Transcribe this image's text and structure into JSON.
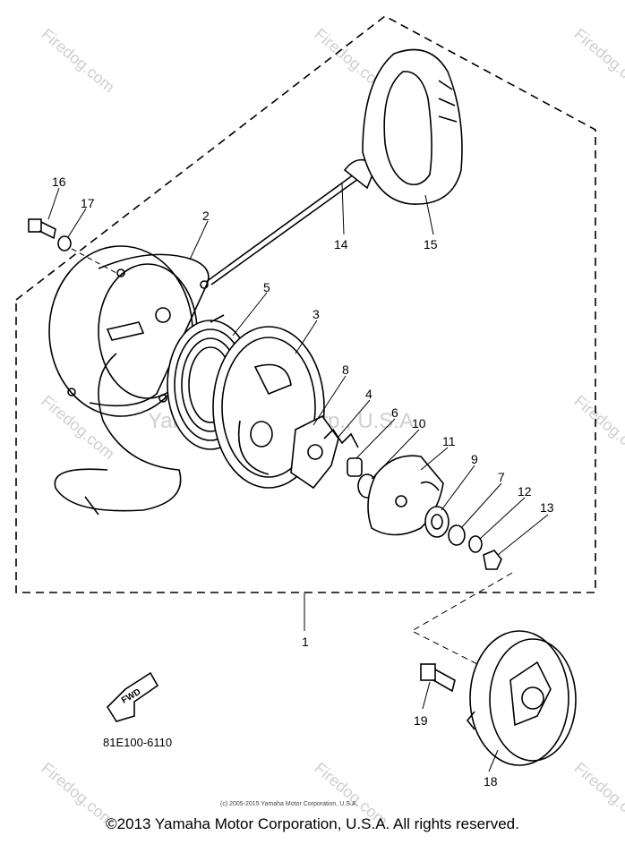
{
  "callouts": {
    "c1": "1",
    "c2": "2",
    "c3": "3",
    "c4": "4",
    "c5": "5",
    "c6": "6",
    "c7": "7",
    "c8": "8",
    "c9": "9",
    "c10": "10",
    "c11": "11",
    "c12": "12",
    "c13": "13",
    "c14": "14",
    "c15": "15",
    "c16": "16",
    "c17": "17",
    "c18": "18",
    "c19": "19"
  },
  "fwd_label": "FWD",
  "diagram_code": "81E100-6110",
  "watermark": {
    "site": "Firedog.com",
    "center": "Yamaha Motor Corp., U.S.A."
  },
  "small_copyright": "(c) 2005-2015 Yamaha Motor Corporation, U.S.A.",
  "footer": "©2013 Yamaha Motor Corporation, U.S.A. All rights reserved."
}
